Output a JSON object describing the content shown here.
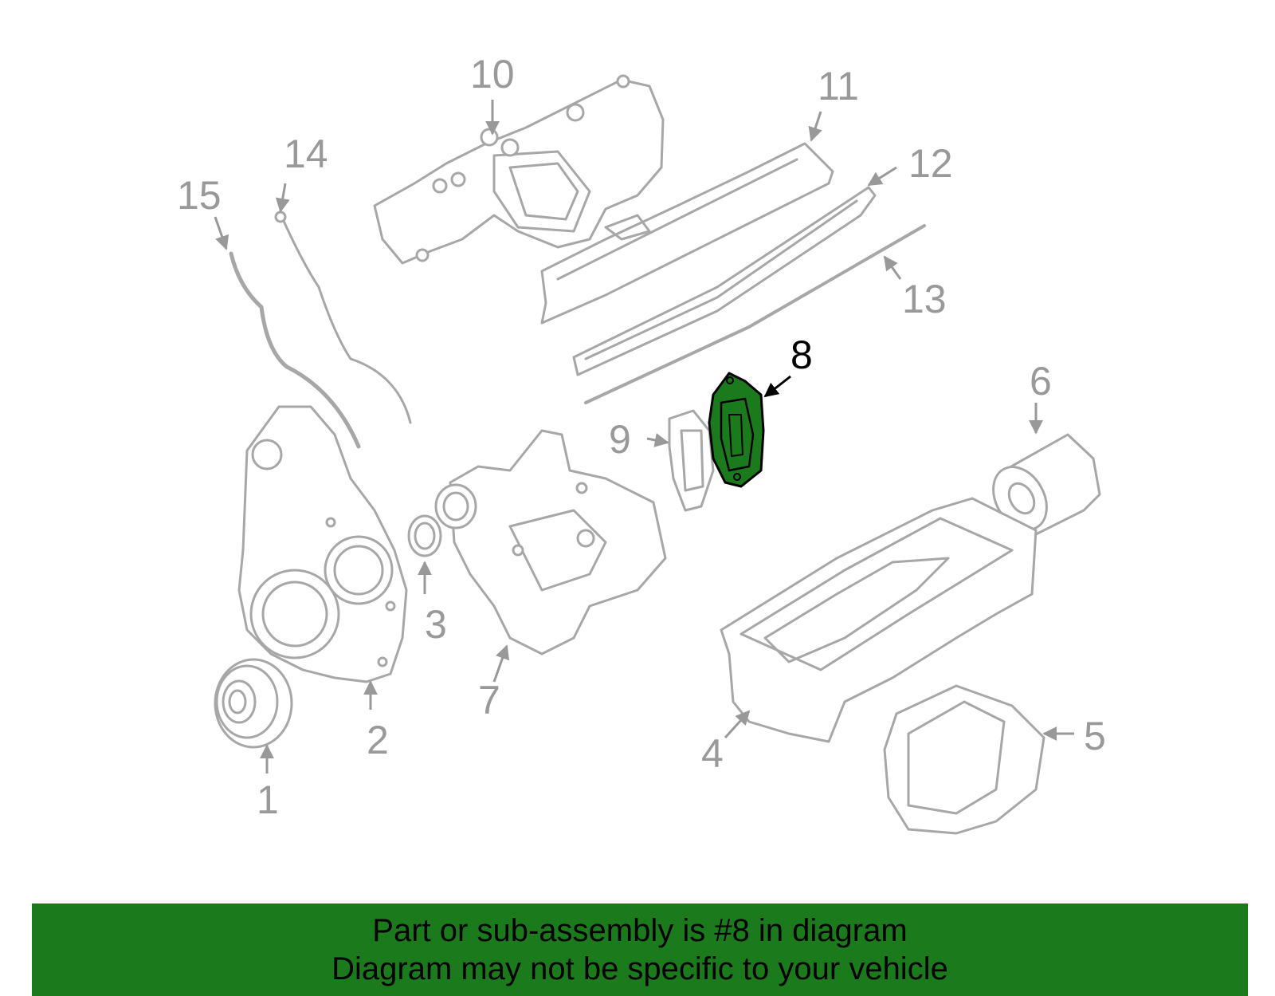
{
  "callouts": {
    "c1": "1",
    "c2": "2",
    "c3": "3",
    "c4": "4",
    "c5": "5",
    "c6": "6",
    "c7": "7",
    "c8": "8",
    "c9": "9",
    "c10": "10",
    "c11": "11",
    "c12": "12",
    "c13": "13",
    "c14": "14",
    "c15": "15"
  },
  "highlight": {
    "part": "8",
    "color": "#1b7a1b"
  },
  "colors": {
    "part_line": "#a7a7a7",
    "callout_text": "#999999",
    "banner_bg": "#1b7a1b"
  },
  "banner": {
    "line1": "Part or sub-assembly is #8 in diagram",
    "line2": "Diagram may not be specific to your vehicle"
  }
}
